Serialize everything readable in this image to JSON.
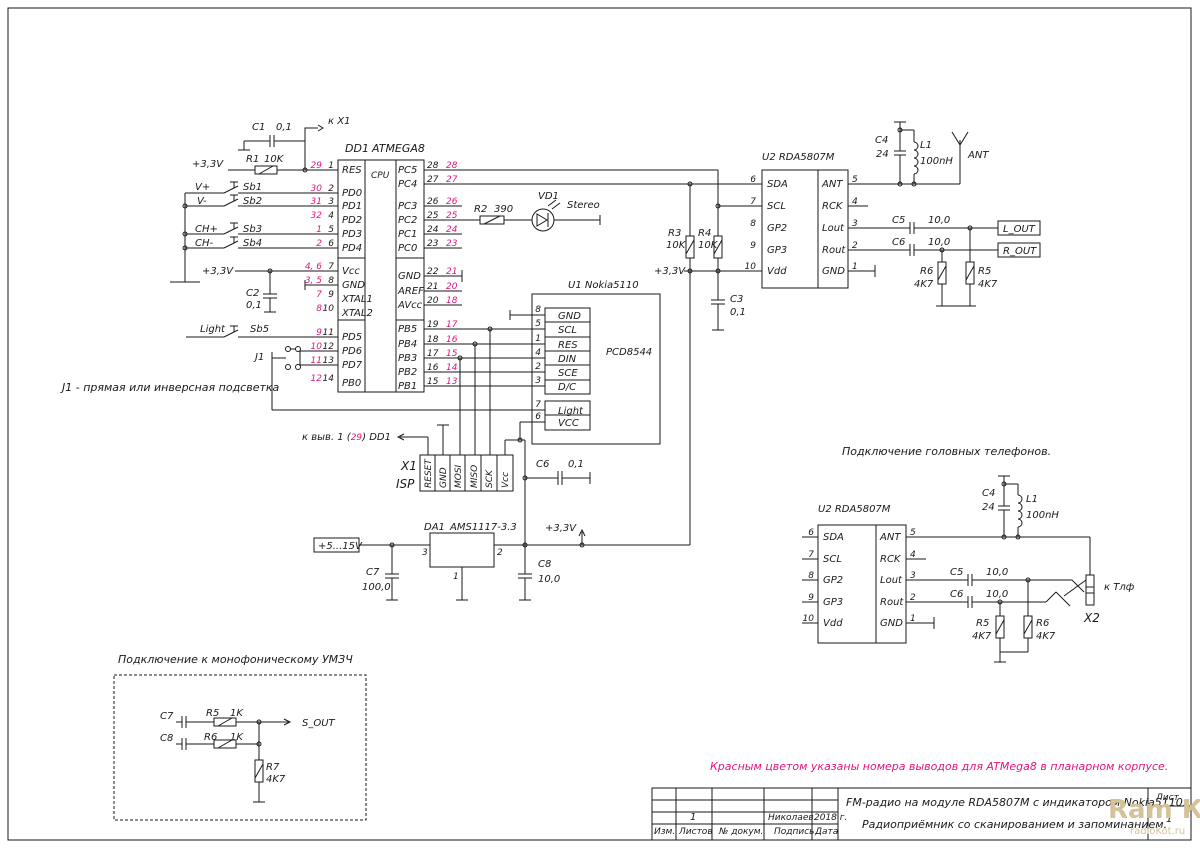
{
  "colors": {
    "wire": "#1a1a1a",
    "pin_smd": "#e0157f",
    "note": "#e0157f",
    "watermark": "#d4c29a",
    "background": "#ffffff"
  },
  "dd1": {
    "ref": "DD1",
    "part": "ATMEGA8",
    "cpu": "CPU",
    "left_pins": [
      {
        "name": "RES",
        "num": "1",
        "smd": "29"
      },
      {
        "name": "PD0",
        "num": "2",
        "smd": "30"
      },
      {
        "name": "PD1",
        "num": "3",
        "smd": "31"
      },
      {
        "name": "PD2",
        "num": "4",
        "smd": "32"
      },
      {
        "name": "PD3",
        "num": "5",
        "smd": "1"
      },
      {
        "name": "PD4",
        "num": "6",
        "smd": "2"
      },
      {
        "name": "Vcc",
        "num": "7",
        "smd": "4, 6"
      },
      {
        "name": "GND",
        "num": "8",
        "smd": "3, 5"
      },
      {
        "name": "XTAL1",
        "num": "9",
        "smd": "7"
      },
      {
        "name": "XTAL2",
        "num": "10",
        "smd": "8"
      },
      {
        "name": "PD5",
        "num": "11",
        "smd": "9"
      },
      {
        "name": "PD6",
        "num": "12",
        "smd": "10"
      },
      {
        "name": "PD7",
        "num": "13",
        "smd": "11"
      },
      {
        "name": "PB0",
        "num": "14",
        "smd": "12"
      }
    ],
    "right_pins": [
      {
        "name": "PC5",
        "num": "28",
        "smd": "28"
      },
      {
        "name": "PC4",
        "num": "27",
        "smd": "27"
      },
      {
        "name": "PC3",
        "num": "26",
        "smd": "26"
      },
      {
        "name": "PC2",
        "num": "25",
        "smd": "25"
      },
      {
        "name": "PC1",
        "num": "24",
        "smd": "24"
      },
      {
        "name": "PC0",
        "num": "23",
        "smd": "23"
      },
      {
        "name": "GND",
        "num": "22",
        "smd": "21"
      },
      {
        "name": "AREF",
        "num": "21",
        "smd": "20"
      },
      {
        "name": "AVcc",
        "num": "20",
        "smd": "18"
      },
      {
        "name": "PB5",
        "num": "19",
        "smd": "17"
      },
      {
        "name": "PB4",
        "num": "18",
        "smd": "16"
      },
      {
        "name": "PB3",
        "num": "17",
        "smd": "15"
      },
      {
        "name": "PB2",
        "num": "16",
        "smd": "14"
      },
      {
        "name": "PB1",
        "num": "15",
        "smd": "13"
      }
    ]
  },
  "top_left": {
    "c1_ref": "C1",
    "c1_val": "0,1",
    "kx1": "к X1",
    "r1_ref": "R1",
    "r1_val": "10K",
    "v33": "+3,3V",
    "sb1": "Sb1",
    "sb2": "Sb2",
    "sb3": "Sb3",
    "sb4": "Sb4",
    "vplus": "V+",
    "vminus": "V-",
    "chplus": "CH+",
    "chminus": "CH-",
    "v33b": "+3,3V",
    "c2_ref": "C2",
    "c2_val": "0,1",
    "light": "Light",
    "sb5": "Sb5",
    "j1": "J1"
  },
  "mid": {
    "r2_ref": "R2",
    "r2_val": "390",
    "vd1": "VD1",
    "stereo": "Stereo",
    "r3_ref": "R3",
    "r3_val": "10K",
    "r4_ref": "R4",
    "r4_val": "10K",
    "v33": "+3,3V",
    "c3_ref": "C3",
    "c3_val": "0,1"
  },
  "u1": {
    "title": "U1  Nokia5110",
    "chip": "PCD8544",
    "pins": [
      {
        "name": "GND",
        "num": "8"
      },
      {
        "name": "SCL",
        "num": "5"
      },
      {
        "name": "RES",
        "num": "1"
      },
      {
        "name": "DIN",
        "num": "4"
      },
      {
        "name": "SCE",
        "num": "2"
      },
      {
        "name": "D/C",
        "num": "3"
      },
      {
        "name": "Light",
        "num": "7"
      },
      {
        "name": "VCC",
        "num": "6"
      }
    ]
  },
  "isp": {
    "x1": "X1",
    "isp": "ISP",
    "pins": [
      "RESET",
      "GND",
      "MOSI",
      "MISO",
      "SCK",
      "Vcc"
    ],
    "kpin_a": "к выв. 1 (",
    "kpin_b": "29",
    "kpin_c": ") DD1",
    "c6_ref": "C6",
    "c6_val": "0,1"
  },
  "power": {
    "vin": "+5...15V",
    "da1": "DA1",
    "part": "AMS1117-3.3",
    "pin_in": "3",
    "pin_out": "2",
    "pin_gnd": "1",
    "v33": "+3,3V",
    "c7_ref": "C7",
    "c7_val": "100,0",
    "c8_ref": "C8",
    "c8_val": "10,0"
  },
  "u2_top": {
    "title": "U2   RDA5807M",
    "left": [
      {
        "name": "SDA",
        "num": "6"
      },
      {
        "name": "SCL",
        "num": "7"
      },
      {
        "name": "GP2",
        "num": "8"
      },
      {
        "name": "GP3",
        "num": "9"
      },
      {
        "name": "Vdd",
        "num": "10"
      }
    ],
    "right": [
      {
        "name": "ANT",
        "num": "5"
      },
      {
        "name": "RCK",
        "num": "4"
      },
      {
        "name": "Lout",
        "num": "3"
      },
      {
        "name": "Rout",
        "num": "2"
      },
      {
        "name": "GND",
        "num": "1"
      }
    ],
    "c4_ref": "C4",
    "c4_val": "24",
    "l1_ref": "L1",
    "l1_val": "100nH",
    "ant": "ANT",
    "c5_ref": "C5",
    "c5_val": "10,0",
    "c6_ref": "C6",
    "c6_val": "10,0",
    "lout": "L_OUT",
    "rout": "R_OUT",
    "r6_ref": "R6",
    "r6_val": "4K7",
    "r5_ref": "R5",
    "r5_val": "4K7"
  },
  "left_note": "J1 - прямая или инверсная подсветка",
  "headphones": {
    "title": "Подключение головных телефонов.",
    "u2": "U2   RDA5807M",
    "left": [
      {
        "name": "SDA",
        "num": "6"
      },
      {
        "name": "SCL",
        "num": "7"
      },
      {
        "name": "GP2",
        "num": "8"
      },
      {
        "name": "GP3",
        "num": "9"
      },
      {
        "name": "Vdd",
        "num": "10"
      }
    ],
    "right": [
      {
        "name": "ANT",
        "num": "5"
      },
      {
        "name": "RCK",
        "num": "4"
      },
      {
        "name": "Lout",
        "num": "3"
      },
      {
        "name": "Rout",
        "num": "2"
      },
      {
        "name": "GND",
        "num": "1"
      }
    ],
    "c4_ref": "C4",
    "c4_val": "24",
    "l1_ref": "L1",
    "l1_val": "100nH",
    "c5_ref": "C5",
    "c5_val": "10,0",
    "c6_ref": "C6",
    "c6_val": "10,0",
    "r5_ref": "R5",
    "r5_val": "4K7",
    "r6_ref": "R6",
    "r6_val": "4K7",
    "ktlf": "к Тлф",
    "x2": "X2"
  },
  "mono": {
    "title": "Подключение к монофоническому УМЗЧ",
    "c7": "C7",
    "c8": "C8",
    "r5": "R5",
    "r5_val": "1K",
    "r6": "R6",
    "r6_val": "1K",
    "sout": "S_OUT",
    "r7": "R7",
    "r7_val": "4K7"
  },
  "red_note": "Красным цветом указаны номера выводов для ATMega8 в планарном корпусе.",
  "title_block": {
    "title1": "FM-радио на модуле RDA5807M с индикатором Nokia5110.",
    "title2": "Радиоприёмник со сканированием и запоминанием.",
    "sheet_label": "Лист",
    "sheet_num": "1",
    "cnt": "1",
    "author": "Николаев",
    "year": "2018 г.",
    "h1": "Изм.",
    "h2": "Листов",
    "h3": "№  докум.",
    "h4": "Подпись",
    "h5": "Дата"
  },
  "watermark": {
    "logo": "Ram Кот",
    "site": "radioKot.ru"
  }
}
